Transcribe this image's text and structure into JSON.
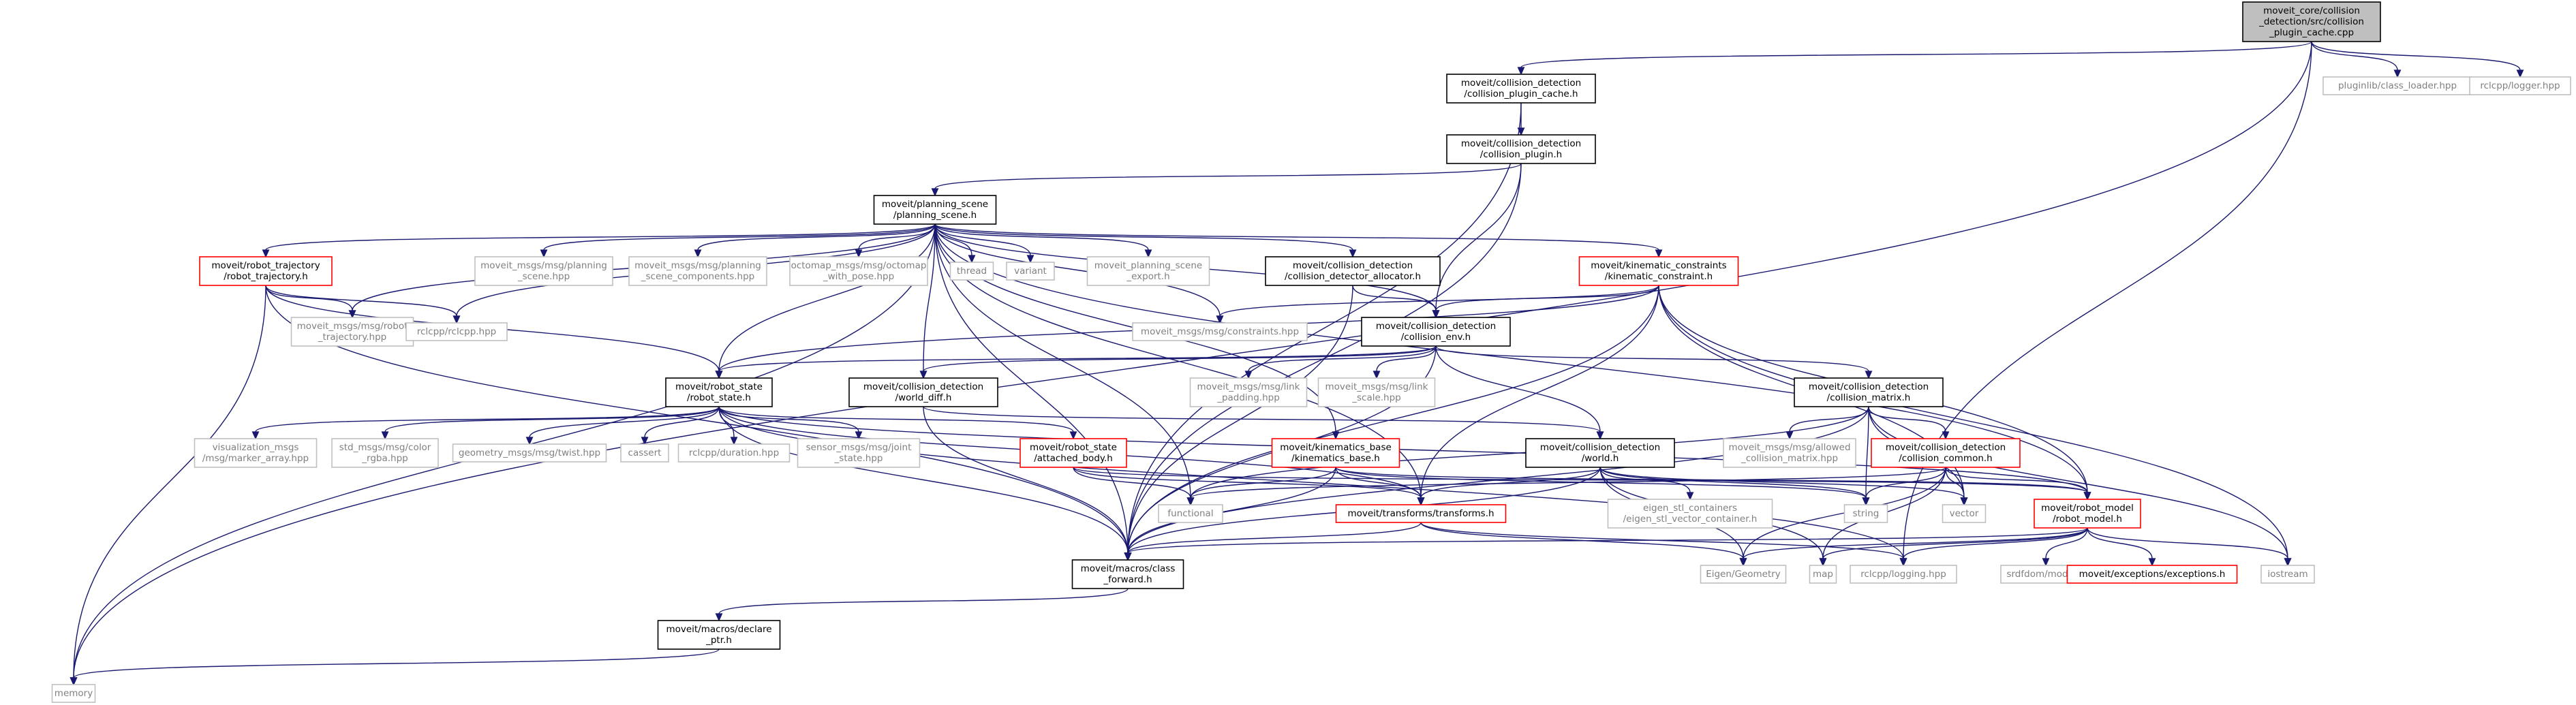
{
  "colors": {
    "edge": "#191970",
    "root_fill": "#bfbfbf",
    "node_border": "#000000",
    "missing_border": "#bfbfbf",
    "missing_text": "#808080",
    "expandable_border": "#ff0000",
    "text": "#000000"
  },
  "nodes": [
    {
      "id": "root",
      "kind": "root",
      "lines": [
        "moveit_core/collision",
        "_detection/src/collision",
        "_plugin_cache.cpp"
      ]
    },
    {
      "id": "cpc",
      "kind": "normal",
      "lines": [
        "moveit/collision_detection",
        "/collision_plugin_cache.h"
      ]
    },
    {
      "id": "cp",
      "kind": "normal",
      "lines": [
        "moveit/collision_detection",
        "/collision_plugin.h"
      ]
    },
    {
      "id": "ps",
      "kind": "normal",
      "lines": [
        "moveit/planning_scene",
        "/planning_scene.h"
      ]
    },
    {
      "id": "pluginlib",
      "kind": "missing",
      "lines": [
        "pluginlib/class_loader.hpp"
      ]
    },
    {
      "id": "rclcpplogger",
      "kind": "missing",
      "lines": [
        "rclcpp/logger.hpp"
      ]
    },
    {
      "id": "rt",
      "kind": "expandable",
      "lines": [
        "moveit/robot_trajectory",
        "/robot_trajectory.h"
      ]
    },
    {
      "id": "mm_ps",
      "kind": "missing",
      "lines": [
        "moveit_msgs/msg/planning",
        "_scene.hpp"
      ]
    },
    {
      "id": "mm_psc",
      "kind": "missing",
      "lines": [
        "moveit_msgs/msg/planning",
        "_scene_components.hpp"
      ]
    },
    {
      "id": "octomap",
      "kind": "missing",
      "lines": [
        "octomap_msgs/msg/octomap",
        "_with_pose.hpp"
      ]
    },
    {
      "id": "thread",
      "kind": "missing",
      "lines": [
        "thread"
      ]
    },
    {
      "id": "variant",
      "kind": "missing",
      "lines": [
        "variant"
      ]
    },
    {
      "id": "pse",
      "kind": "missing",
      "lines": [
        "moveit_planning_scene",
        "_export.h"
      ]
    },
    {
      "id": "cda",
      "kind": "normal",
      "lines": [
        "moveit/collision_detection",
        "/collision_detector_allocator.h"
      ]
    },
    {
      "id": "kc",
      "kind": "expandable",
      "lines": [
        "moveit/kinematic_constraints",
        "/kinematic_constraint.h"
      ]
    },
    {
      "id": "mm_rt",
      "kind": "missing",
      "lines": [
        "moveit_msgs/msg/robot",
        "_trajectory.hpp"
      ]
    },
    {
      "id": "rclcpp",
      "kind": "missing",
      "lines": [
        "rclcpp/rclcpp.hpp"
      ]
    },
    {
      "id": "mm_con",
      "kind": "missing",
      "lines": [
        "moveit_msgs/msg/constraints.hpp"
      ]
    },
    {
      "id": "ce",
      "kind": "normal",
      "lines": [
        "moveit/collision_detection",
        "/collision_env.h"
      ]
    },
    {
      "id": "rs",
      "kind": "normal",
      "lines": [
        "moveit/robot_state",
        "/robot_state.h"
      ]
    },
    {
      "id": "wd",
      "kind": "normal",
      "lines": [
        "moveit/collision_detection",
        "/world_diff.h"
      ]
    },
    {
      "id": "mm_lp",
      "kind": "missing",
      "lines": [
        "moveit_msgs/msg/link",
        "_padding.hpp"
      ]
    },
    {
      "id": "mm_ls",
      "kind": "missing",
      "lines": [
        "moveit_msgs/msg/link",
        "_scale.hpp"
      ]
    },
    {
      "id": "cm",
      "kind": "normal",
      "lines": [
        "moveit/collision_detection",
        "/collision_matrix.h"
      ]
    },
    {
      "id": "vis",
      "kind": "missing",
      "lines": [
        "visualization_msgs",
        "/msg/marker_array.hpp"
      ]
    },
    {
      "id": "stdcolor",
      "kind": "missing",
      "lines": [
        "std_msgs/msg/color",
        "_rgba.hpp"
      ]
    },
    {
      "id": "twist",
      "kind": "missing",
      "lines": [
        "geometry_msgs/msg/twist.hpp"
      ]
    },
    {
      "id": "cassert",
      "kind": "missing",
      "lines": [
        "cassert"
      ]
    },
    {
      "id": "duration",
      "kind": "missing",
      "lines": [
        "rclcpp/duration.hpp"
      ]
    },
    {
      "id": "jointstate",
      "kind": "missing",
      "lines": [
        "sensor_msgs/msg/joint",
        "_state.hpp"
      ]
    },
    {
      "id": "ab",
      "kind": "expandable",
      "lines": [
        "moveit/robot_state",
        "/attached_body.h"
      ]
    },
    {
      "id": "kb",
      "kind": "expandable",
      "lines": [
        "moveit/kinematics_base",
        "/kinematics_base.h"
      ]
    },
    {
      "id": "world",
      "kind": "normal",
      "lines": [
        "moveit/collision_detection",
        "/world.h"
      ]
    },
    {
      "id": "mm_acm",
      "kind": "missing",
      "lines": [
        "moveit_msgs/msg/allowed",
        "_collision_matrix.hpp"
      ]
    },
    {
      "id": "cc",
      "kind": "expandable",
      "lines": [
        "moveit/collision_detection",
        "/collision_common.h"
      ]
    },
    {
      "id": "functional",
      "kind": "missing",
      "lines": [
        "functional"
      ]
    },
    {
      "id": "tf",
      "kind": "expandable",
      "lines": [
        "moveit/transforms/transforms.h"
      ]
    },
    {
      "id": "eigenstl",
      "kind": "missing",
      "lines": [
        "eigen_stl_containers",
        "/eigen_stl_vector_container.h"
      ]
    },
    {
      "id": "string",
      "kind": "missing",
      "lines": [
        "string"
      ]
    },
    {
      "id": "vector",
      "kind": "missing",
      "lines": [
        "vector"
      ]
    },
    {
      "id": "rm",
      "kind": "expandable",
      "lines": [
        "moveit/robot_model",
        "/robot_model.h"
      ]
    },
    {
      "id": "cf",
      "kind": "normal",
      "lines": [
        "moveit/macros/class",
        "_forward.h"
      ]
    },
    {
      "id": "eigeng",
      "kind": "missing",
      "lines": [
        "Eigen/Geometry"
      ]
    },
    {
      "id": "map",
      "kind": "missing",
      "lines": [
        "map"
      ]
    },
    {
      "id": "logging",
      "kind": "missing",
      "lines": [
        "rclcpp/logging.hpp"
      ]
    },
    {
      "id": "srdf",
      "kind": "missing",
      "lines": [
        "srdfdom/model.h"
      ]
    },
    {
      "id": "exc",
      "kind": "expandable",
      "lines": [
        "moveit/exceptions/exceptions.h"
      ]
    },
    {
      "id": "iostream",
      "kind": "missing",
      "lines": [
        "iostream"
      ]
    },
    {
      "id": "dp",
      "kind": "normal",
      "lines": [
        "moveit/macros/declare",
        "_ptr.h"
      ]
    },
    {
      "id": "memory",
      "kind": "missing",
      "lines": [
        "memory"
      ]
    }
  ],
  "edges": [
    [
      "root",
      "cpc"
    ],
    [
      "root",
      "pluginlib"
    ],
    [
      "root",
      "rclcpplogger"
    ],
    [
      "root",
      "memory"
    ],
    [
      "root",
      "logging"
    ],
    [
      "cpc",
      "cp"
    ],
    [
      "cpc",
      "cf"
    ],
    [
      "cp",
      "ps"
    ],
    [
      "cp",
      "ce"
    ],
    [
      "cp",
      "cf"
    ],
    [
      "ps",
      "rt"
    ],
    [
      "ps",
      "mm_ps"
    ],
    [
      "ps",
      "mm_psc"
    ],
    [
      "ps",
      "octomap"
    ],
    [
      "ps",
      "thread"
    ],
    [
      "ps",
      "variant"
    ],
    [
      "ps",
      "pse"
    ],
    [
      "ps",
      "cda"
    ],
    [
      "ps",
      "kc"
    ],
    [
      "ps",
      "mm_rt"
    ],
    [
      "ps",
      "rclcpp"
    ],
    [
      "ps",
      "mm_con"
    ],
    [
      "ps",
      "ce"
    ],
    [
      "ps",
      "rs"
    ],
    [
      "ps",
      "wd"
    ],
    [
      "ps",
      "kb"
    ],
    [
      "ps",
      "functional"
    ],
    [
      "ps",
      "tf"
    ],
    [
      "ps",
      "rm"
    ],
    [
      "ps",
      "cf"
    ],
    [
      "ps",
      "memory"
    ],
    [
      "rt",
      "mm_rt"
    ],
    [
      "rt",
      "rclcpp"
    ],
    [
      "rt",
      "rs"
    ],
    [
      "rt",
      "cf"
    ],
    [
      "rt",
      "memory"
    ],
    [
      "cda",
      "ce"
    ],
    [
      "cda",
      "cf"
    ],
    [
      "kc",
      "mm_con"
    ],
    [
      "kc",
      "ce"
    ],
    [
      "kc",
      "rs"
    ],
    [
      "kc",
      "tf"
    ],
    [
      "kc",
      "rm"
    ],
    [
      "kc",
      "cf"
    ],
    [
      "kc",
      "iostream"
    ],
    [
      "kc",
      "vector"
    ],
    [
      "ce",
      "rs"
    ],
    [
      "ce",
      "wd"
    ],
    [
      "ce",
      "mm_lp"
    ],
    [
      "ce",
      "mm_ls"
    ],
    [
      "ce",
      "cm"
    ],
    [
      "ce",
      "world"
    ],
    [
      "ce",
      "cf"
    ],
    [
      "rs",
      "vis"
    ],
    [
      "rs",
      "stdcolor"
    ],
    [
      "rs",
      "twist"
    ],
    [
      "rs",
      "cassert"
    ],
    [
      "rs",
      "duration"
    ],
    [
      "rs",
      "jointstate"
    ],
    [
      "rs",
      "ab"
    ],
    [
      "rs",
      "tf"
    ],
    [
      "rs",
      "rm"
    ],
    [
      "rs",
      "cf"
    ],
    [
      "rs",
      "logging"
    ],
    [
      "wd",
      "world"
    ],
    [
      "wd",
      "cf"
    ],
    [
      "cm",
      "mm_acm"
    ],
    [
      "cm",
      "cc"
    ],
    [
      "cm",
      "functional"
    ],
    [
      "cm",
      "string"
    ],
    [
      "cm",
      "vector"
    ],
    [
      "cm",
      "cf"
    ],
    [
      "cm",
      "iostream"
    ],
    [
      "ab",
      "functional"
    ],
    [
      "ab",
      "tf"
    ],
    [
      "ab",
      "rm"
    ],
    [
      "kb",
      "functional"
    ],
    [
      "kb",
      "tf"
    ],
    [
      "kb",
      "string"
    ],
    [
      "kb",
      "cf"
    ],
    [
      "kb",
      "rm"
    ],
    [
      "world",
      "tf"
    ],
    [
      "world",
      "eigenstl"
    ],
    [
      "world",
      "string"
    ],
    [
      "world",
      "vector"
    ],
    [
      "world",
      "map"
    ],
    [
      "world",
      "eigeng"
    ],
    [
      "world",
      "cf"
    ],
    [
      "cc",
      "functional"
    ],
    [
      "cc",
      "string"
    ],
    [
      "cc",
      "vector"
    ],
    [
      "cc",
      "rm"
    ],
    [
      "cc",
      "map"
    ],
    [
      "cc",
      "eigeng"
    ],
    [
      "tf",
      "cf"
    ],
    [
      "tf",
      "eigeng"
    ],
    [
      "tf",
      "logging"
    ],
    [
      "rm",
      "cf"
    ],
    [
      "rm",
      "eigeng"
    ],
    [
      "rm",
      "map"
    ],
    [
      "rm",
      "logging"
    ],
    [
      "rm",
      "srdf"
    ],
    [
      "rm",
      "exc"
    ],
    [
      "rm",
      "iostream"
    ],
    [
      "cf",
      "dp"
    ],
    [
      "dp",
      "memory"
    ]
  ]
}
